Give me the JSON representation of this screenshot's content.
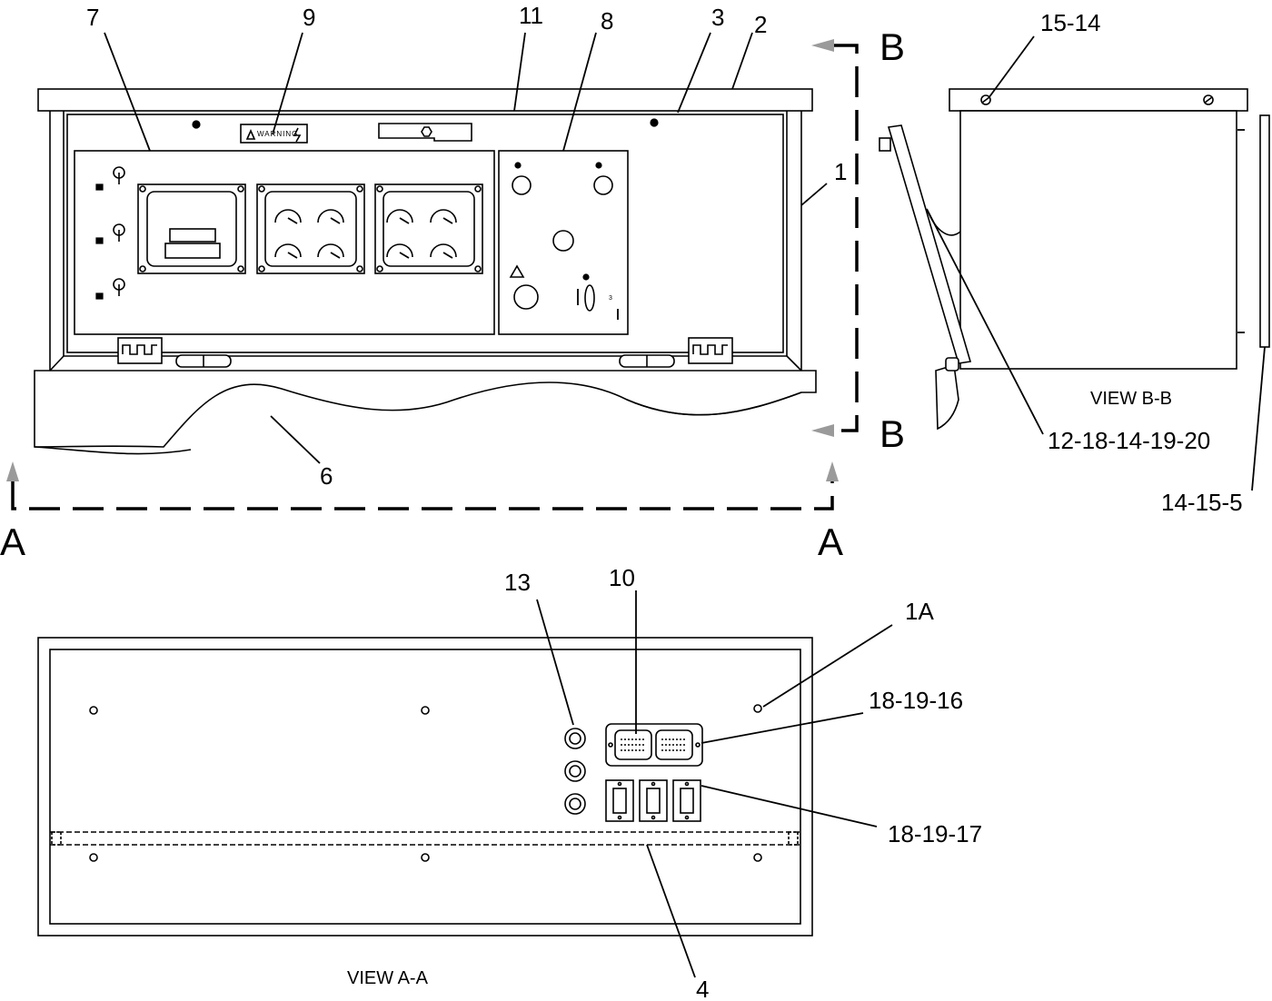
{
  "callouts": {
    "c1": "1",
    "c2": "2",
    "c3": "3",
    "c4": "4",
    "c6": "6",
    "c7": "7",
    "c8": "8",
    "c9": "9",
    "c10": "10",
    "c11": "11",
    "c13": "13",
    "c1A": "1A",
    "c15_14": "15-14",
    "c12_18_14_19_20": "12-18-14-19-20",
    "c14_15_5": "14-15-5",
    "c18_19_16": "18-19-16",
    "c18_19_17": "18-19-17"
  },
  "section_markers": {
    "a_left": "A",
    "a_right": "A",
    "b_top": "B",
    "b_bottom": "B"
  },
  "views": {
    "view_bb": "VIEW B-B",
    "view_aa": "VIEW A-A"
  },
  "placard": {
    "warning": "WARNING"
  }
}
